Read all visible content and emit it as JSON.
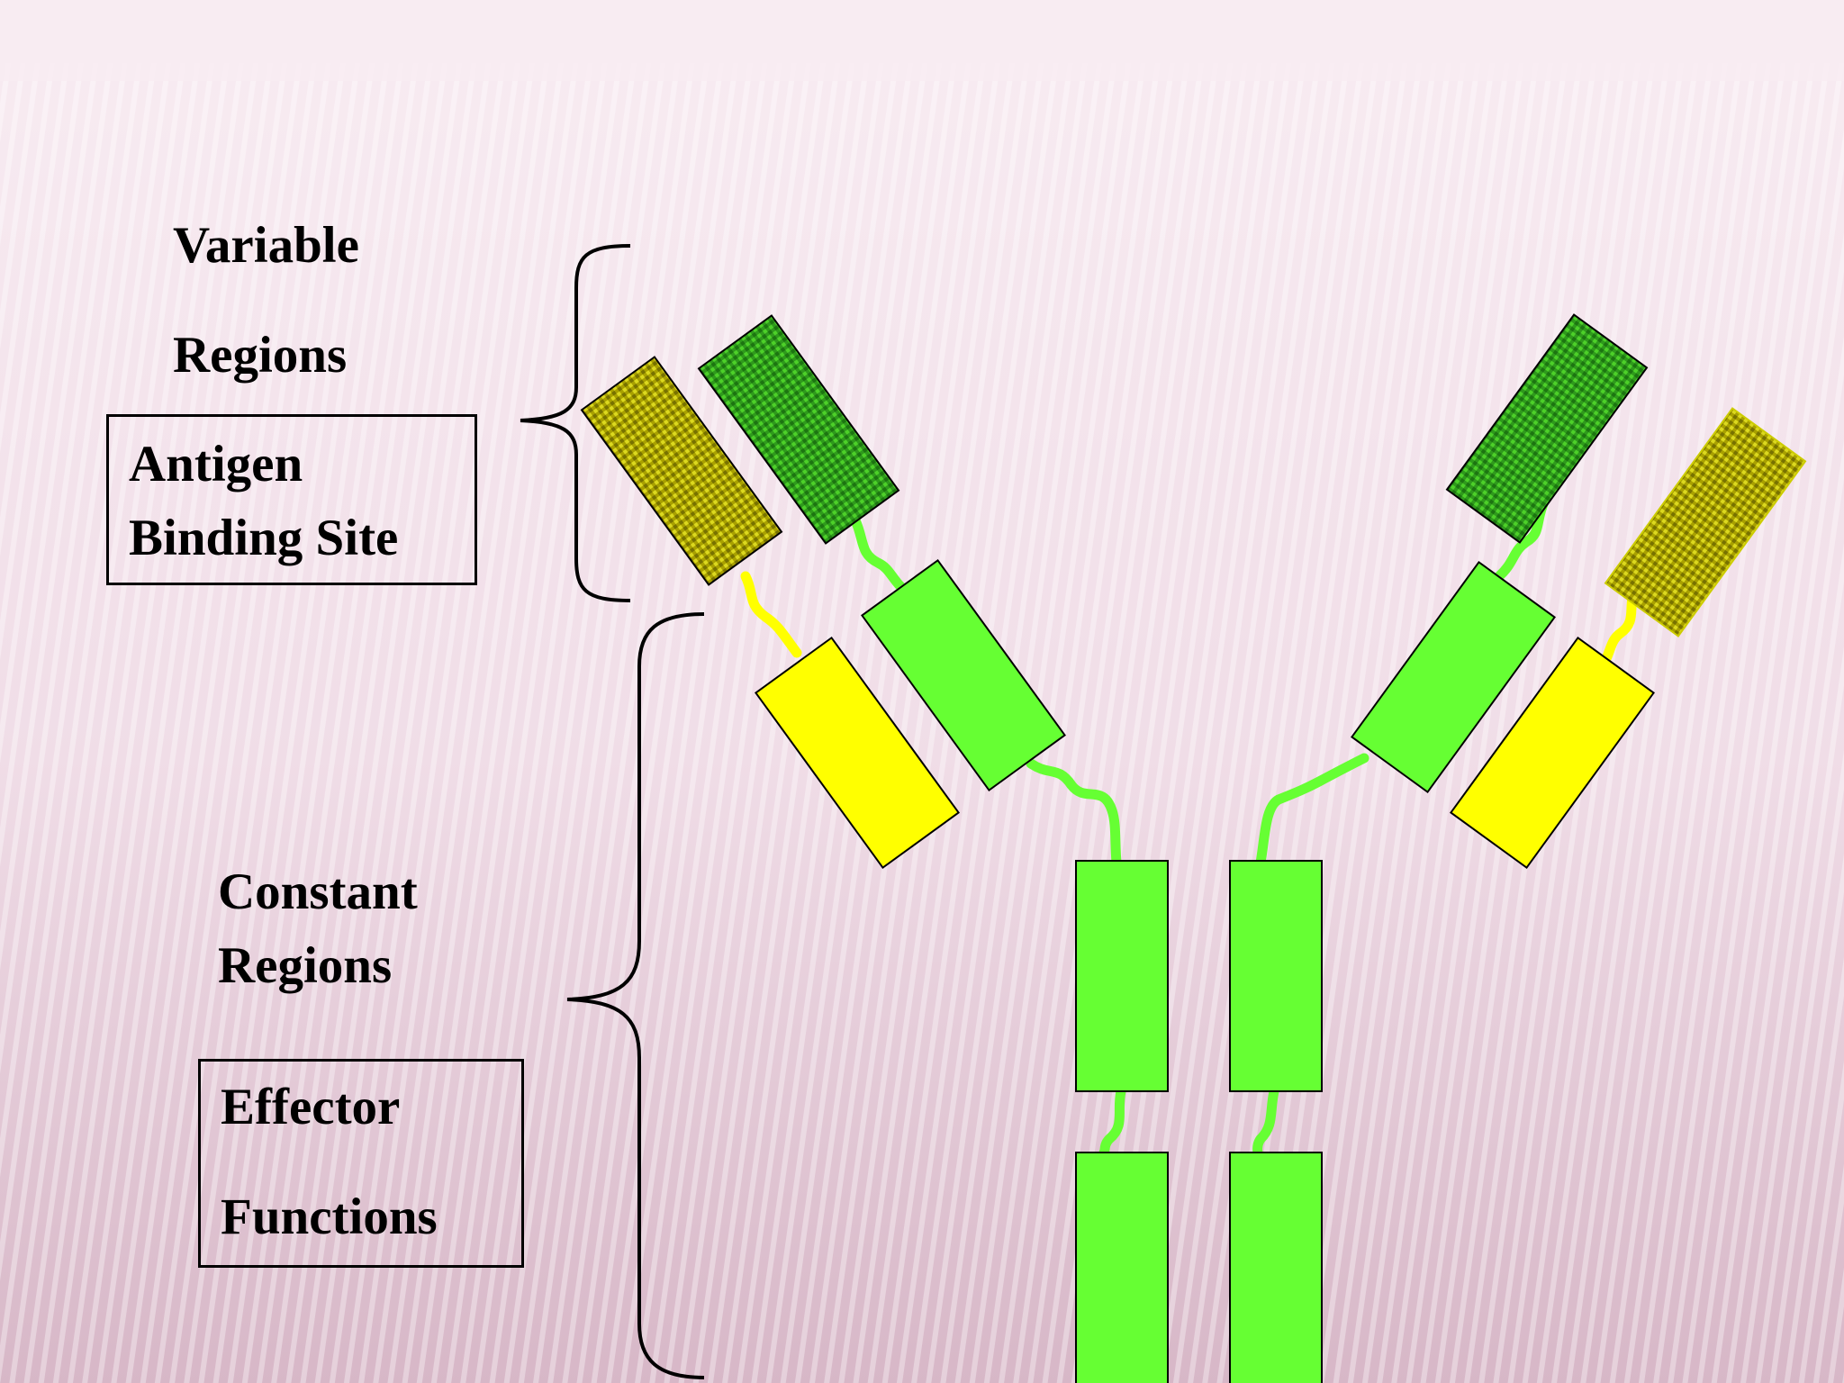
{
  "labels": {
    "variable_line1": "Variable",
    "variable_line2": "Regions",
    "antigen_line1": "Antigen",
    "antigen_line2": "Binding Site",
    "constant_line1": "Constant",
    "constant_line2": "Regions",
    "effector_line1": "Effector",
    "effector_line2": "Functions"
  },
  "colors": {
    "background_top": "#f6e6ef",
    "background_bottom": "#d4b4c4",
    "heavy_chain": "#66ff33",
    "light_chain": "#ffff00",
    "variable_heavy": "#2f9a1c",
    "variable_light": "#a8a000",
    "outline": "#000000"
  }
}
